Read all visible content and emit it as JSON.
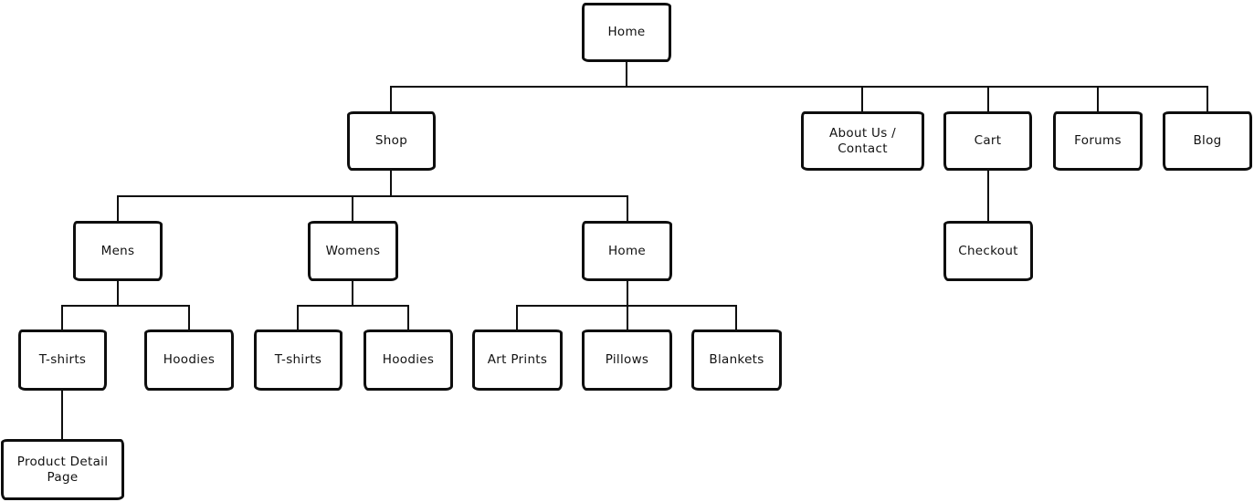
{
  "diagram": {
    "type": "sitemap-tree",
    "colors": {
      "background": "#ffffff",
      "stroke": "#0e0e0e",
      "text": "#111111"
    },
    "nodes": {
      "home": {
        "label": "Home",
        "level": 0
      },
      "shop": {
        "label": "Shop",
        "level": 1
      },
      "about": {
        "label": "About Us / Contact",
        "level": 1
      },
      "cart": {
        "label": "Cart",
        "level": 1
      },
      "forums": {
        "label": "Forums",
        "level": 1
      },
      "blog": {
        "label": "Blog",
        "level": 1
      },
      "mens": {
        "label": "Mens",
        "level": 2
      },
      "womens": {
        "label": "Womens",
        "level": 2
      },
      "home_category": {
        "label": "Home",
        "level": 2
      },
      "checkout": {
        "label": "Checkout",
        "level": 2
      },
      "mens_tshirts": {
        "label": "T-shirts",
        "level": 3
      },
      "mens_hoodies": {
        "label": "Hoodies",
        "level": 3
      },
      "womens_tshirts": {
        "label": "T-shirts",
        "level": 3
      },
      "womens_hoodies": {
        "label": "Hoodies",
        "level": 3
      },
      "art_prints": {
        "label": "Art Prints",
        "level": 3
      },
      "pillows": {
        "label": "Pillows",
        "level": 3
      },
      "blankets": {
        "label": "Blankets",
        "level": 3
      },
      "product_detail": {
        "label": "Product Detail Page",
        "level": 4
      }
    },
    "edges": [
      [
        "home",
        "shop"
      ],
      [
        "home",
        "about"
      ],
      [
        "home",
        "cart"
      ],
      [
        "home",
        "forums"
      ],
      [
        "home",
        "blog"
      ],
      [
        "shop",
        "mens"
      ],
      [
        "shop",
        "womens"
      ],
      [
        "shop",
        "home_category"
      ],
      [
        "cart",
        "checkout"
      ],
      [
        "mens",
        "mens_tshirts"
      ],
      [
        "mens",
        "mens_hoodies"
      ],
      [
        "womens",
        "womens_tshirts"
      ],
      [
        "womens",
        "womens_hoodies"
      ],
      [
        "home_category",
        "art_prints"
      ],
      [
        "home_category",
        "pillows"
      ],
      [
        "home_category",
        "blankets"
      ],
      [
        "mens_tshirts",
        "product_detail"
      ]
    ]
  }
}
